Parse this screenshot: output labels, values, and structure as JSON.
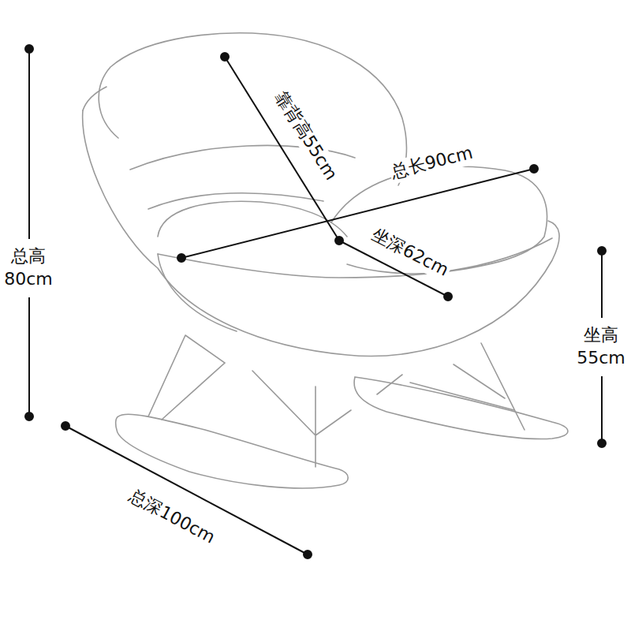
{
  "diagram": {
    "labels": [
      "总高 80cm",
      "靠背高55cm",
      "总长90cm",
      "坐深62cm",
      "坐高 55cm",
      "总深100cm"
    ]
  }
}
